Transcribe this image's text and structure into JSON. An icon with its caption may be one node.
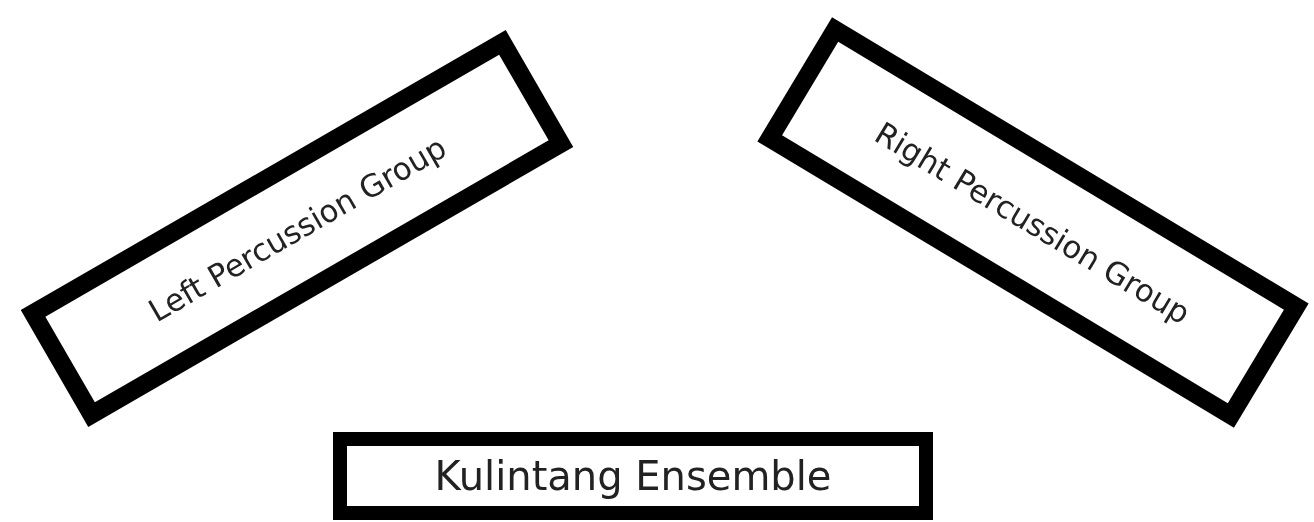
{
  "diagram": {
    "nodes": [
      {
        "text": [
          "Left Percussion Group"
        ]
      },
      {
        "text": [
          "Right Percussion Group"
        ]
      },
      {
        "text": [
          "Kulintang Ensemble"
        ]
      }
    ]
  }
}
